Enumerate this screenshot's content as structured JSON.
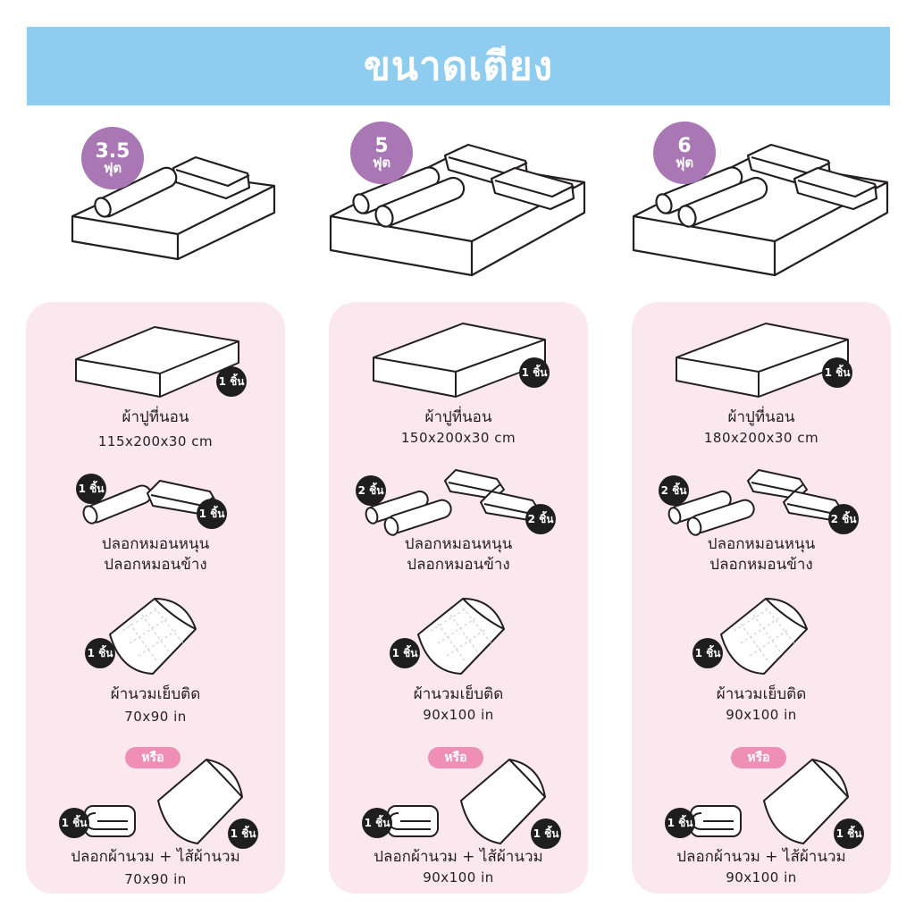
{
  "title": "ขนาดเตียง",
  "columns": [
    {
      "size_value": "3.5",
      "size_unit": "ฟุต",
      "sheet_label": "ผ้าปูที่นอน",
      "sheet_dim": "115x200x30 cm",
      "sheet_pcs": "1 ชิ้น",
      "pillow_label_1": "ปลอกหมอนหนุน",
      "pillow_label_2": "ปลอกหมอนข้าง",
      "bolster_pcs": "1 ชิ้น",
      "pillow_pcs": "1 ชิ้น",
      "comforter_label": "ผ้านวมเย็บติด",
      "comforter_dim": "70x90 in",
      "comforter_pcs": "1 ชิ้น",
      "or_label": "หรือ",
      "duvet_label": "ปลอกผ้านวม + ไส้ผ้านวม",
      "duvet_dim": "70x90 in",
      "duvet_cover_pcs": "1 ชิ้น",
      "duvet_insert_pcs": "1 ชิ้น"
    },
    {
      "size_value": "5",
      "size_unit": "ฟุต",
      "sheet_label": "ผ้าปูที่นอน",
      "sheet_dim": "150x200x30 cm",
      "sheet_pcs": "1 ชิ้น",
      "pillow_label_1": "ปลอกหมอนหนุน",
      "pillow_label_2": "ปลอกหมอนข้าง",
      "bolster_pcs": "2 ชิ้น",
      "pillow_pcs": "2 ชิ้น",
      "comforter_label": "ผ้านวมเย็บติด",
      "comforter_dim": "90x100 in",
      "comforter_pcs": "1 ชิ้น",
      "or_label": "หรือ",
      "duvet_label": "ปลอกผ้านวม + ไส้ผ้านวม",
      "duvet_dim": "90x100 in",
      "duvet_cover_pcs": "1 ชิ้น",
      "duvet_insert_pcs": "1 ชิ้น"
    },
    {
      "size_value": "6",
      "size_unit": "ฟุต",
      "sheet_label": "ผ้าปูที่นอน",
      "sheet_dim": "180x200x30 cm",
      "sheet_pcs": "1 ชิ้น",
      "pillow_label_1": "ปลอกหมอนหนุน",
      "pillow_label_2": "ปลอกหมอนข้าง",
      "bolster_pcs": "2 ชิ้น",
      "pillow_pcs": "2 ชิ้น",
      "comforter_label": "ผ้านวมเย็บติด",
      "comforter_dim": "90x100 in",
      "comforter_pcs": "1 ชิ้น",
      "or_label": "หรือ",
      "duvet_label": "ปลอกผ้านวม + ไส้ผ้านวม",
      "duvet_dim": "90x100 in",
      "duvet_cover_pcs": "1 ชิ้น",
      "duvet_insert_pcs": "1 ชิ้น"
    }
  ],
  "colors": {
    "banner": "#8ecdef",
    "size_badge": "#a877b4",
    "card": "#fbe8ef",
    "or_pill": "#ef8fb6",
    "pcs_badge": "#1e1e1e"
  },
  "icons": [
    "bed-icon",
    "fitted-sheet-icon",
    "pillow-icon",
    "bolster-icon",
    "quilt-icon",
    "folded-duvet-cover-icon",
    "duvet-insert-icon"
  ]
}
